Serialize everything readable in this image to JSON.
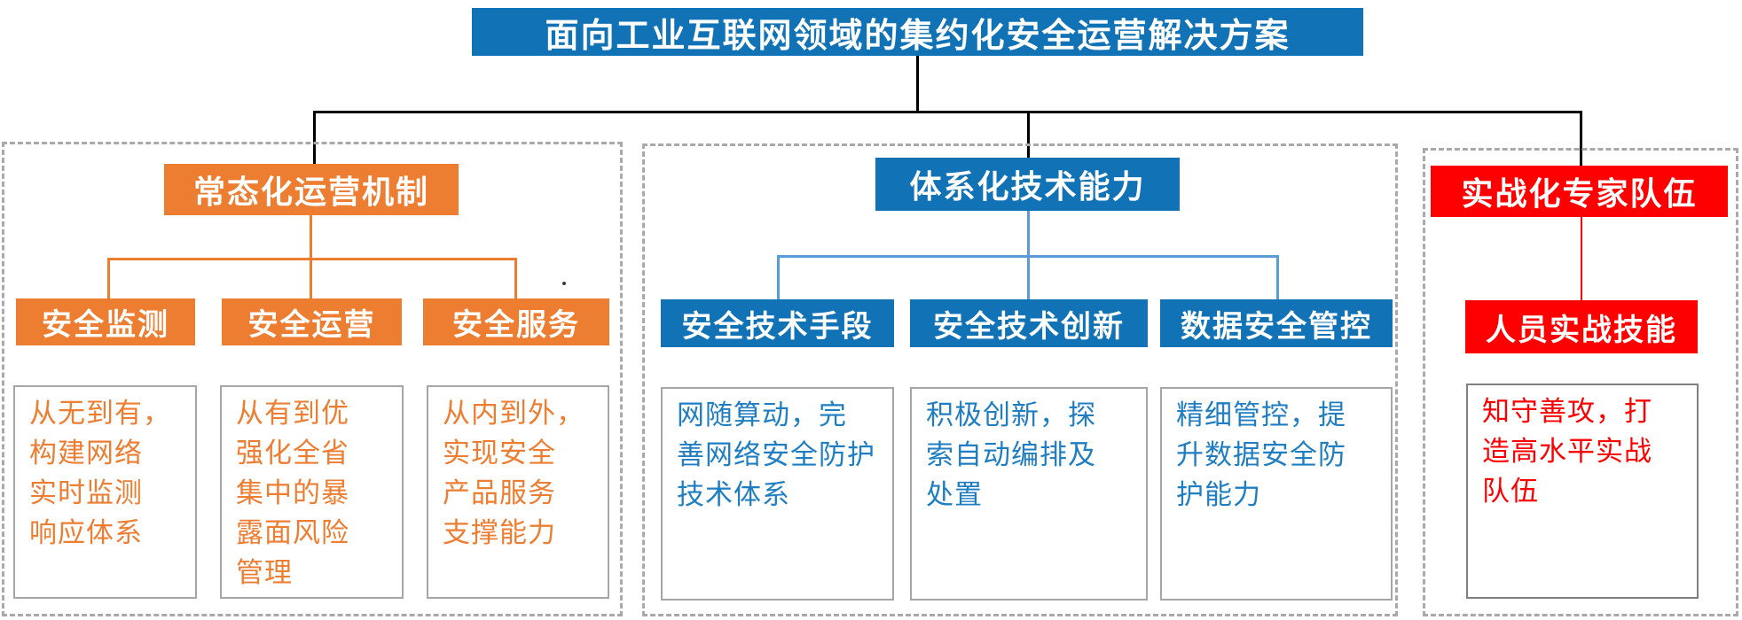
{
  "title": "面向工业互联网领域的集约化安全运营解决方案",
  "sections": [
    {
      "id": "normalized-operations",
      "header": "常态化运营机制",
      "accent_color": "#ED7D31",
      "children": [
        {
          "label": "安全监测",
          "desc": "从无到有，\n构建网络\n实时监测\n响应体系"
        },
        {
          "label": "安全运营",
          "desc": "从有到优\n强化全省\n集中的暴\n露面风险\n管理"
        },
        {
          "label": "安全服务",
          "desc": "从内到外，\n实现安全\n产品服务\n支撑能力"
        }
      ]
    },
    {
      "id": "systematic-technology",
      "header": "体系化技术能力",
      "accent_color": "#1173B5",
      "children": [
        {
          "label": "安全技术手段",
          "desc": "网随算动，完\n善网络安全防护\n技术体系"
        },
        {
          "label": "安全技术创新",
          "desc": "积极创新，探\n索自动编排及\n处置"
        },
        {
          "label": "数据安全管控",
          "desc": "精细管控，提\n升数据安全防\n护能力"
        }
      ]
    },
    {
      "id": "combat-ready-experts",
      "header": "实战化专家队伍",
      "accent_color": "#FF0000",
      "children": [
        {
          "label": "人员实战技能",
          "desc": "知守善攻，打\n造高水平实战\n队伍"
        }
      ]
    }
  ],
  "colors": {
    "title_blue": "#1173B5",
    "orange": "#ED7D31",
    "red": "#FF0000",
    "connector_black": "#000000",
    "connector_blue": "#5B9BD5",
    "desc_text_blue": "#1F7EC2",
    "desc_border_gray": "#A6A6A6",
    "container_dash_gray": "#A9A9A9"
  }
}
